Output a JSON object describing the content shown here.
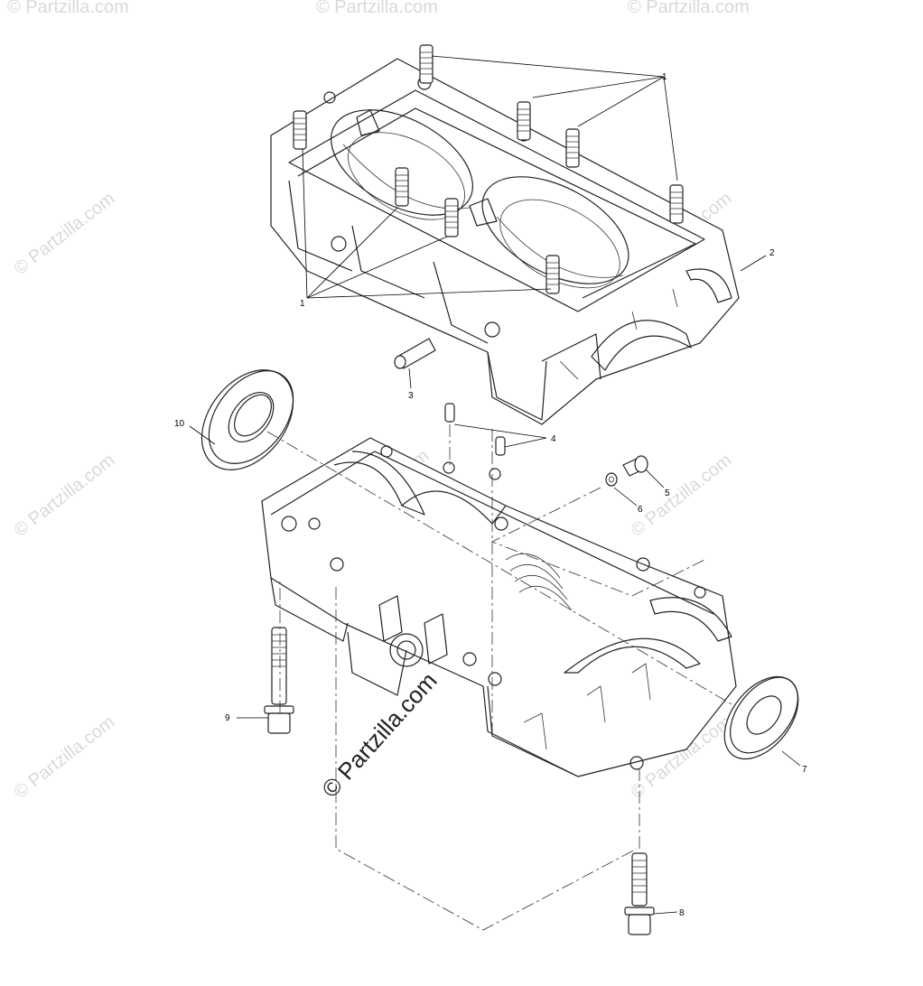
{
  "diagram": {
    "callouts": [
      {
        "id": "1",
        "text": "1"
      },
      {
        "id": "1b",
        "text": "1"
      },
      {
        "id": "2",
        "text": "2"
      },
      {
        "id": "3",
        "text": "3"
      },
      {
        "id": "4",
        "text": "4"
      },
      {
        "id": "5",
        "text": "5"
      },
      {
        "id": "6",
        "text": "6"
      },
      {
        "id": "7",
        "text": "7"
      },
      {
        "id": "8",
        "text": "8"
      },
      {
        "id": "9",
        "text": "9"
      },
      {
        "id": "10",
        "text": "10"
      }
    ],
    "watermark": "© Partzilla.com",
    "watermark_main": "© Partzilla.com"
  },
  "colors": {
    "line": "#222222",
    "watermark": "#d9d9d9",
    "background": "#ffffff"
  }
}
